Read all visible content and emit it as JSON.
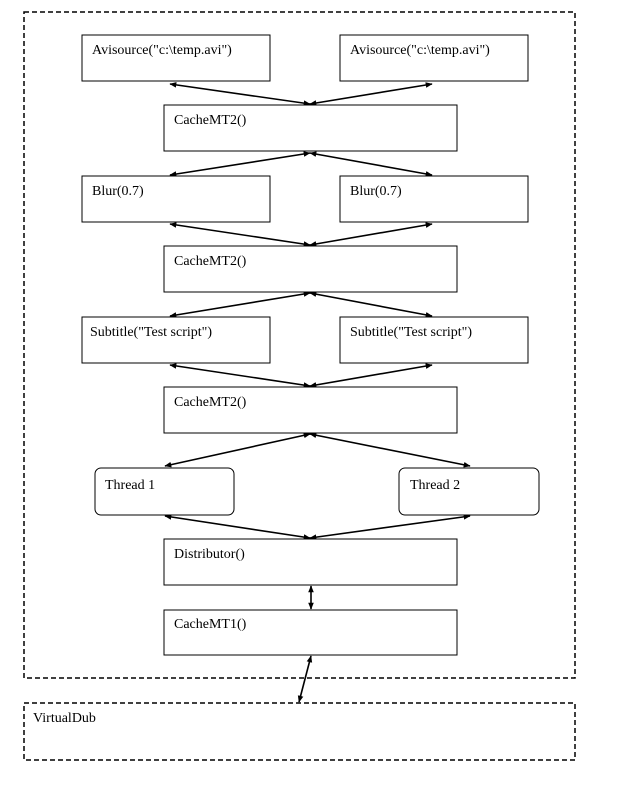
{
  "diagram": {
    "nodes": {
      "avisource_left": {
        "label": "Avisource(\"c:\\temp.avi\")"
      },
      "avisource_right": {
        "label": "Avisource(\"c:\\temp.avi\")"
      },
      "cache_1": {
        "label": "CacheMT2()"
      },
      "blur_left": {
        "label": "Blur(0.7)"
      },
      "blur_right": {
        "label": "Blur(0.7)"
      },
      "cache_2": {
        "label": "CacheMT2()"
      },
      "subtitle_left": {
        "label": "Subtitle(\"Test script\")"
      },
      "subtitle_right": {
        "label": "Subtitle(\"Test script\")"
      },
      "cache_3": {
        "label": "CacheMT2()"
      },
      "thread_1": {
        "label": "Thread 1"
      },
      "thread_2": {
        "label": "Thread 2"
      },
      "distributor": {
        "label": "Distributor()"
      },
      "cache_mt1": {
        "label": "CacheMT1()"
      },
      "virtualdub": {
        "label": "VirtualDub"
      }
    },
    "edges": [
      {
        "from": "avisource_left",
        "to": "cache_1",
        "direction": "both"
      },
      {
        "from": "avisource_right",
        "to": "cache_1",
        "direction": "both"
      },
      {
        "from": "cache_1",
        "to": "blur_left",
        "direction": "both"
      },
      {
        "from": "cache_1",
        "to": "blur_right",
        "direction": "both"
      },
      {
        "from": "blur_left",
        "to": "cache_2",
        "direction": "both"
      },
      {
        "from": "blur_right",
        "to": "cache_2",
        "direction": "both"
      },
      {
        "from": "cache_2",
        "to": "subtitle_left",
        "direction": "both"
      },
      {
        "from": "cache_2",
        "to": "subtitle_right",
        "direction": "both"
      },
      {
        "from": "subtitle_left",
        "to": "cache_3",
        "direction": "both"
      },
      {
        "from": "subtitle_right",
        "to": "cache_3",
        "direction": "both"
      },
      {
        "from": "cache_3",
        "to": "thread_1",
        "direction": "both"
      },
      {
        "from": "cache_3",
        "to": "thread_2",
        "direction": "both"
      },
      {
        "from": "thread_1",
        "to": "distributor",
        "direction": "both"
      },
      {
        "from": "thread_2",
        "to": "distributor",
        "direction": "both"
      },
      {
        "from": "distributor",
        "to": "cache_mt1",
        "direction": "both"
      },
      {
        "from": "cache_mt1",
        "to": "virtualdub",
        "direction": "both"
      }
    ],
    "line_color": "#000000",
    "fill_color": "#ffffff"
  }
}
